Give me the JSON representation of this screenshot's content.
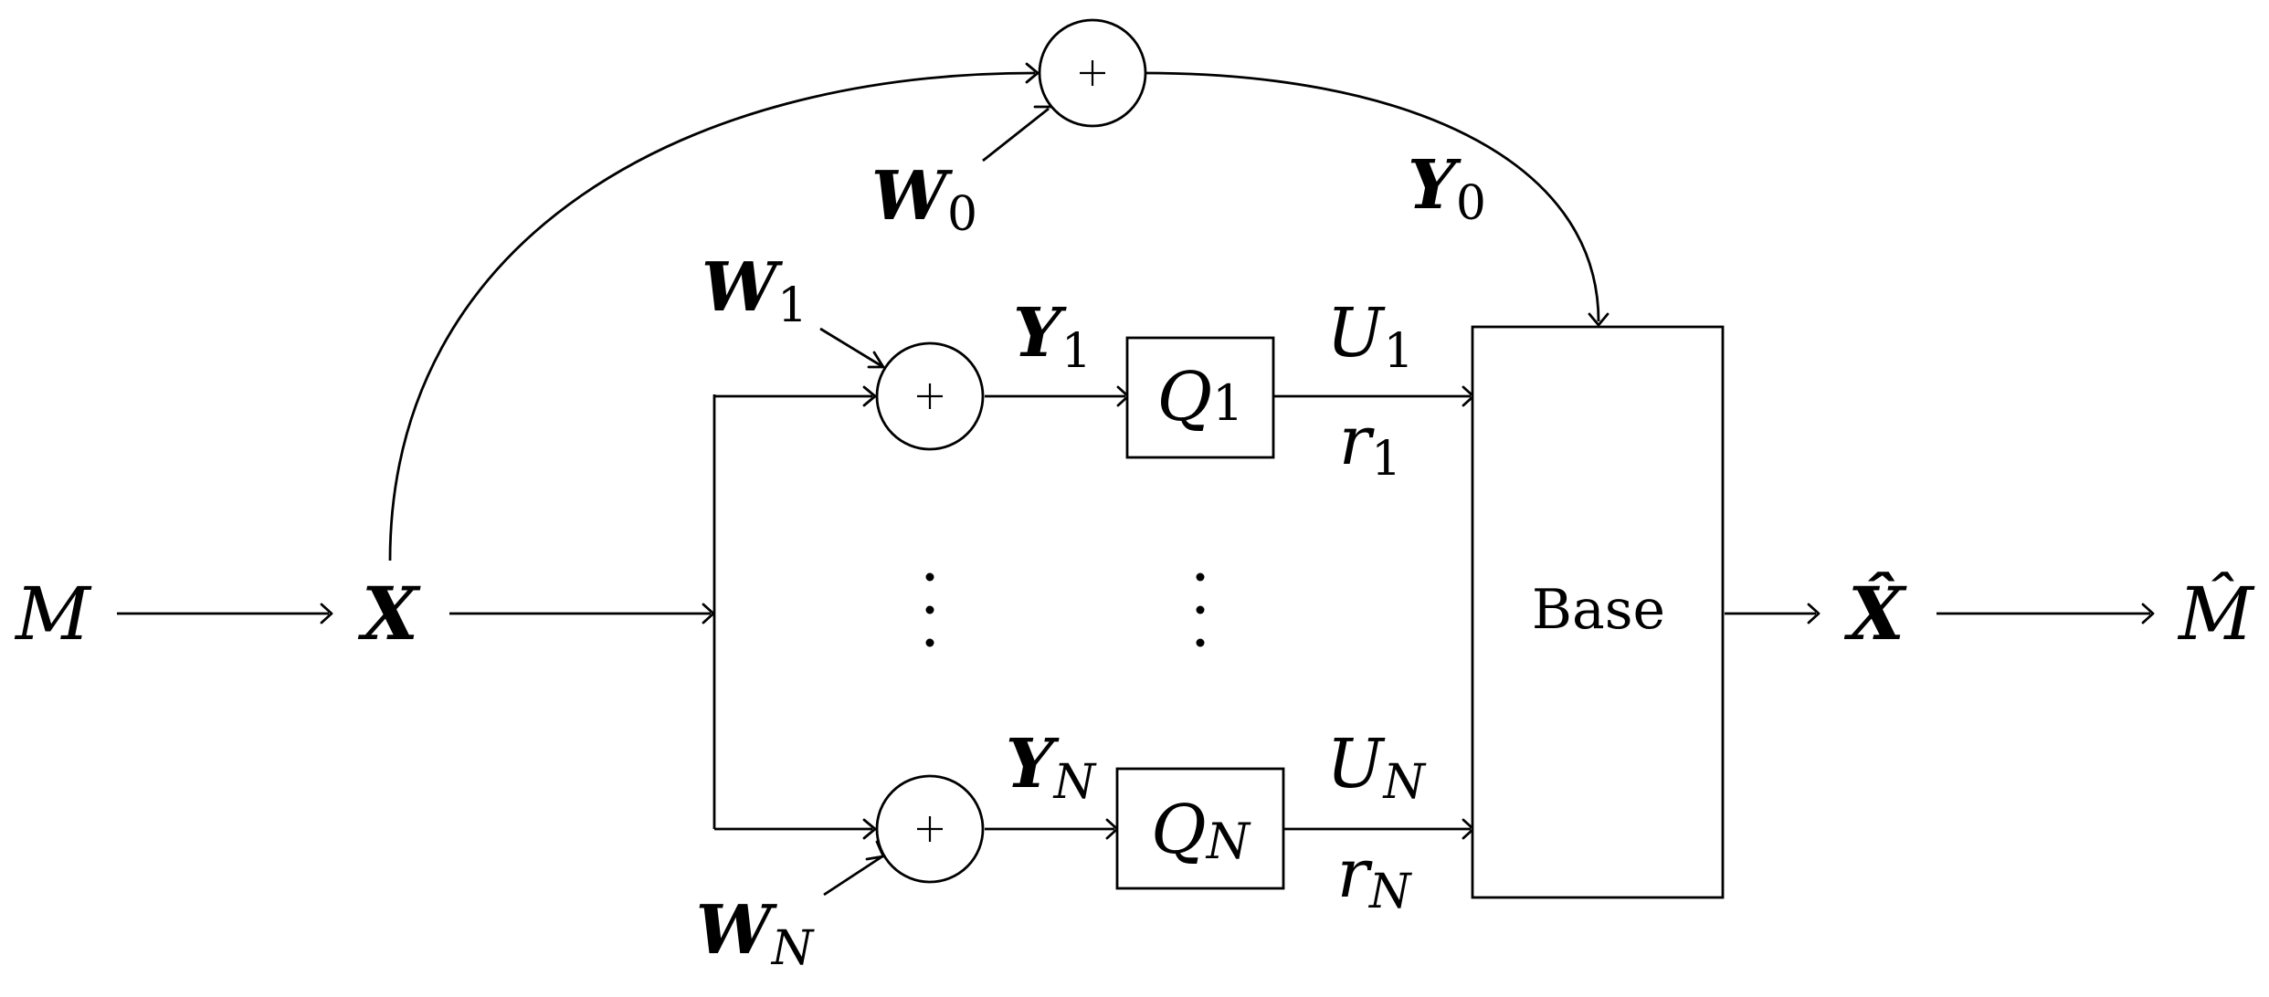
{
  "nodes": {
    "M": {
      "base": "M"
    },
    "X": {
      "base": "X"
    },
    "X_hat": {
      "base": "X̂"
    },
    "M_hat": {
      "base": "M̂"
    },
    "base_block": {
      "label": "Base"
    },
    "Q1": {
      "base": "Q",
      "sub": "1"
    },
    "QN": {
      "base": "Q",
      "sub": "N"
    }
  },
  "edge_labels": {
    "W0": {
      "base": "W",
      "sub": "0"
    },
    "W1": {
      "base": "W",
      "sub": "1"
    },
    "WN": {
      "base": "W",
      "sub": "N"
    },
    "Y0": {
      "base": "Y",
      "sub": "0"
    },
    "Y1": {
      "base": "Y",
      "sub": "1"
    },
    "YN": {
      "base": "Y",
      "sub": "N"
    },
    "U1": {
      "base": "U",
      "sub": "1"
    },
    "UN": {
      "base": "U",
      "sub": "N"
    },
    "r1": {
      "base": "r",
      "sub": "1"
    },
    "rN": {
      "base": "r",
      "sub": "N"
    }
  },
  "adder_symbol": "+"
}
